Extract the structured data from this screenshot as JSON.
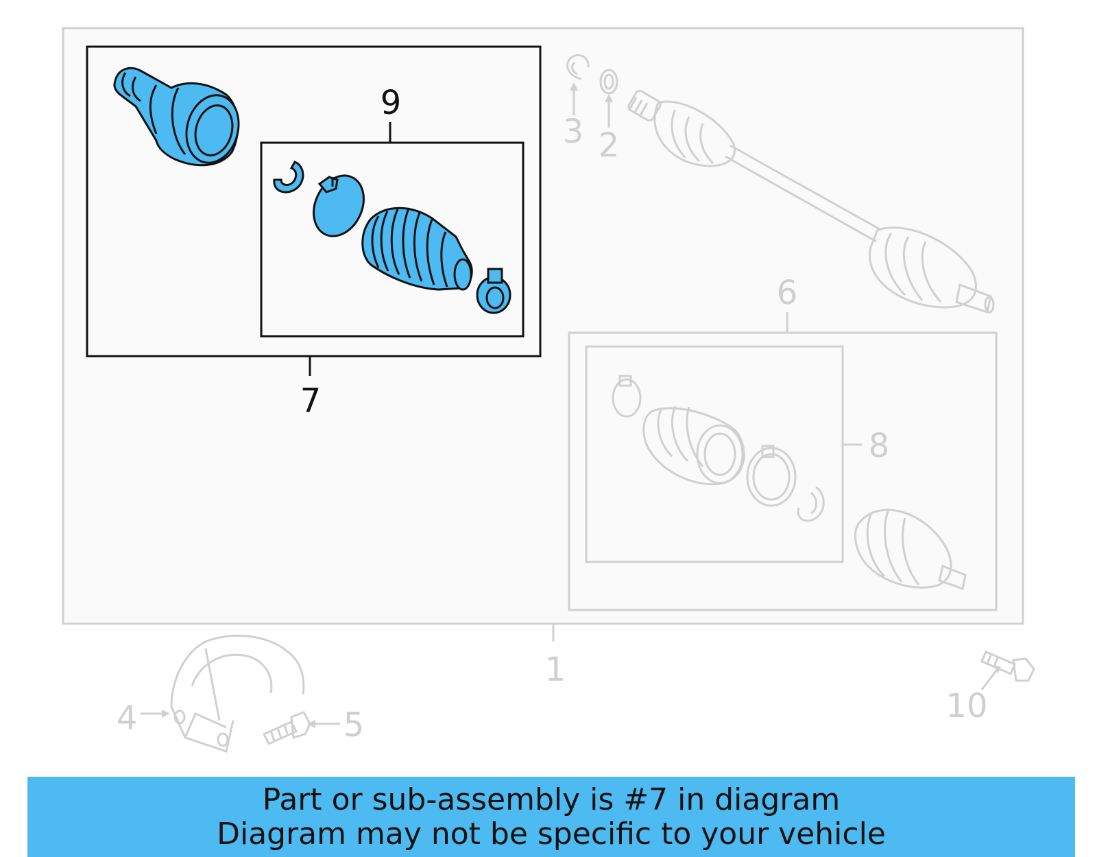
{
  "diagram": {
    "callouts": {
      "c1": "1",
      "c2": "2",
      "c3": "3",
      "c4": "4",
      "c5": "5",
      "c6": "6",
      "c7": "7",
      "c8": "8",
      "c9": "9",
      "c10": "10"
    },
    "highlighted_callout": "7",
    "colors": {
      "highlight_fill": "#4dbaf1",
      "active_stroke": "#111111",
      "muted_stroke": "#d0d0d0",
      "frame_bg": "#fafafa"
    },
    "icons": [
      "outer-cv-joint-icon",
      "snap-ring-icon",
      "boot-clamp-icon",
      "cv-boot-icon",
      "axle-shaft-icon",
      "heat-shield-icon",
      "bolt-icon",
      "washer-icon"
    ]
  },
  "banner": {
    "line1": "Part or sub-assembly is #7 in diagram",
    "line2": "Diagram may not be specific to your vehicle",
    "background": "#4dbaf1"
  }
}
